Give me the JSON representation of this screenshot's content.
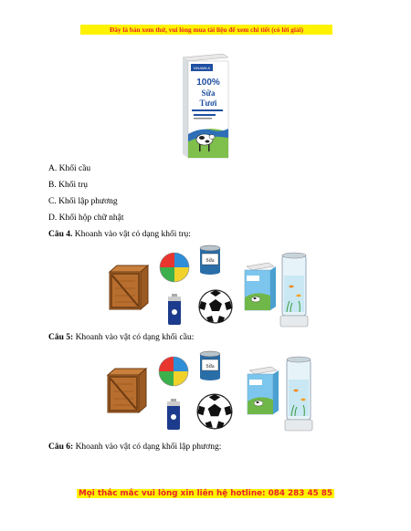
{
  "header": {
    "notice": "Đây là bản xem thử, vui lòng mua tài liệu để xem chi tiết (có lời giải)"
  },
  "milk_box": {
    "brand": "VINAMILK",
    "pct": "100%",
    "line1": "Sữa",
    "line2": "Tươi"
  },
  "options": [
    {
      "text": "A. Khối cầu"
    },
    {
      "text": "B. Khối trụ"
    },
    {
      "text": "C. Khối lập phương"
    },
    {
      "text": "D. Khối hộp chữ nhật"
    }
  ],
  "questions": [
    {
      "label": "Câu 4.",
      "text": " Khoanh vào vật có dạng khối trụ:"
    },
    {
      "label": "Câu 5:",
      "text": " Khoanh vào vật có dạng khối cầu:"
    },
    {
      "label": "Câu 6:",
      "text": " Khoanh vào vật có dạng khối lập phương:"
    }
  ],
  "can_label": "Sữa",
  "footer": {
    "hotline": "Mọi thắc mắc vui lòng xin liên hệ hotline: 084 283 45 85"
  },
  "colors": {
    "highlight": "#fff200",
    "notice_red": "#e8222a"
  }
}
